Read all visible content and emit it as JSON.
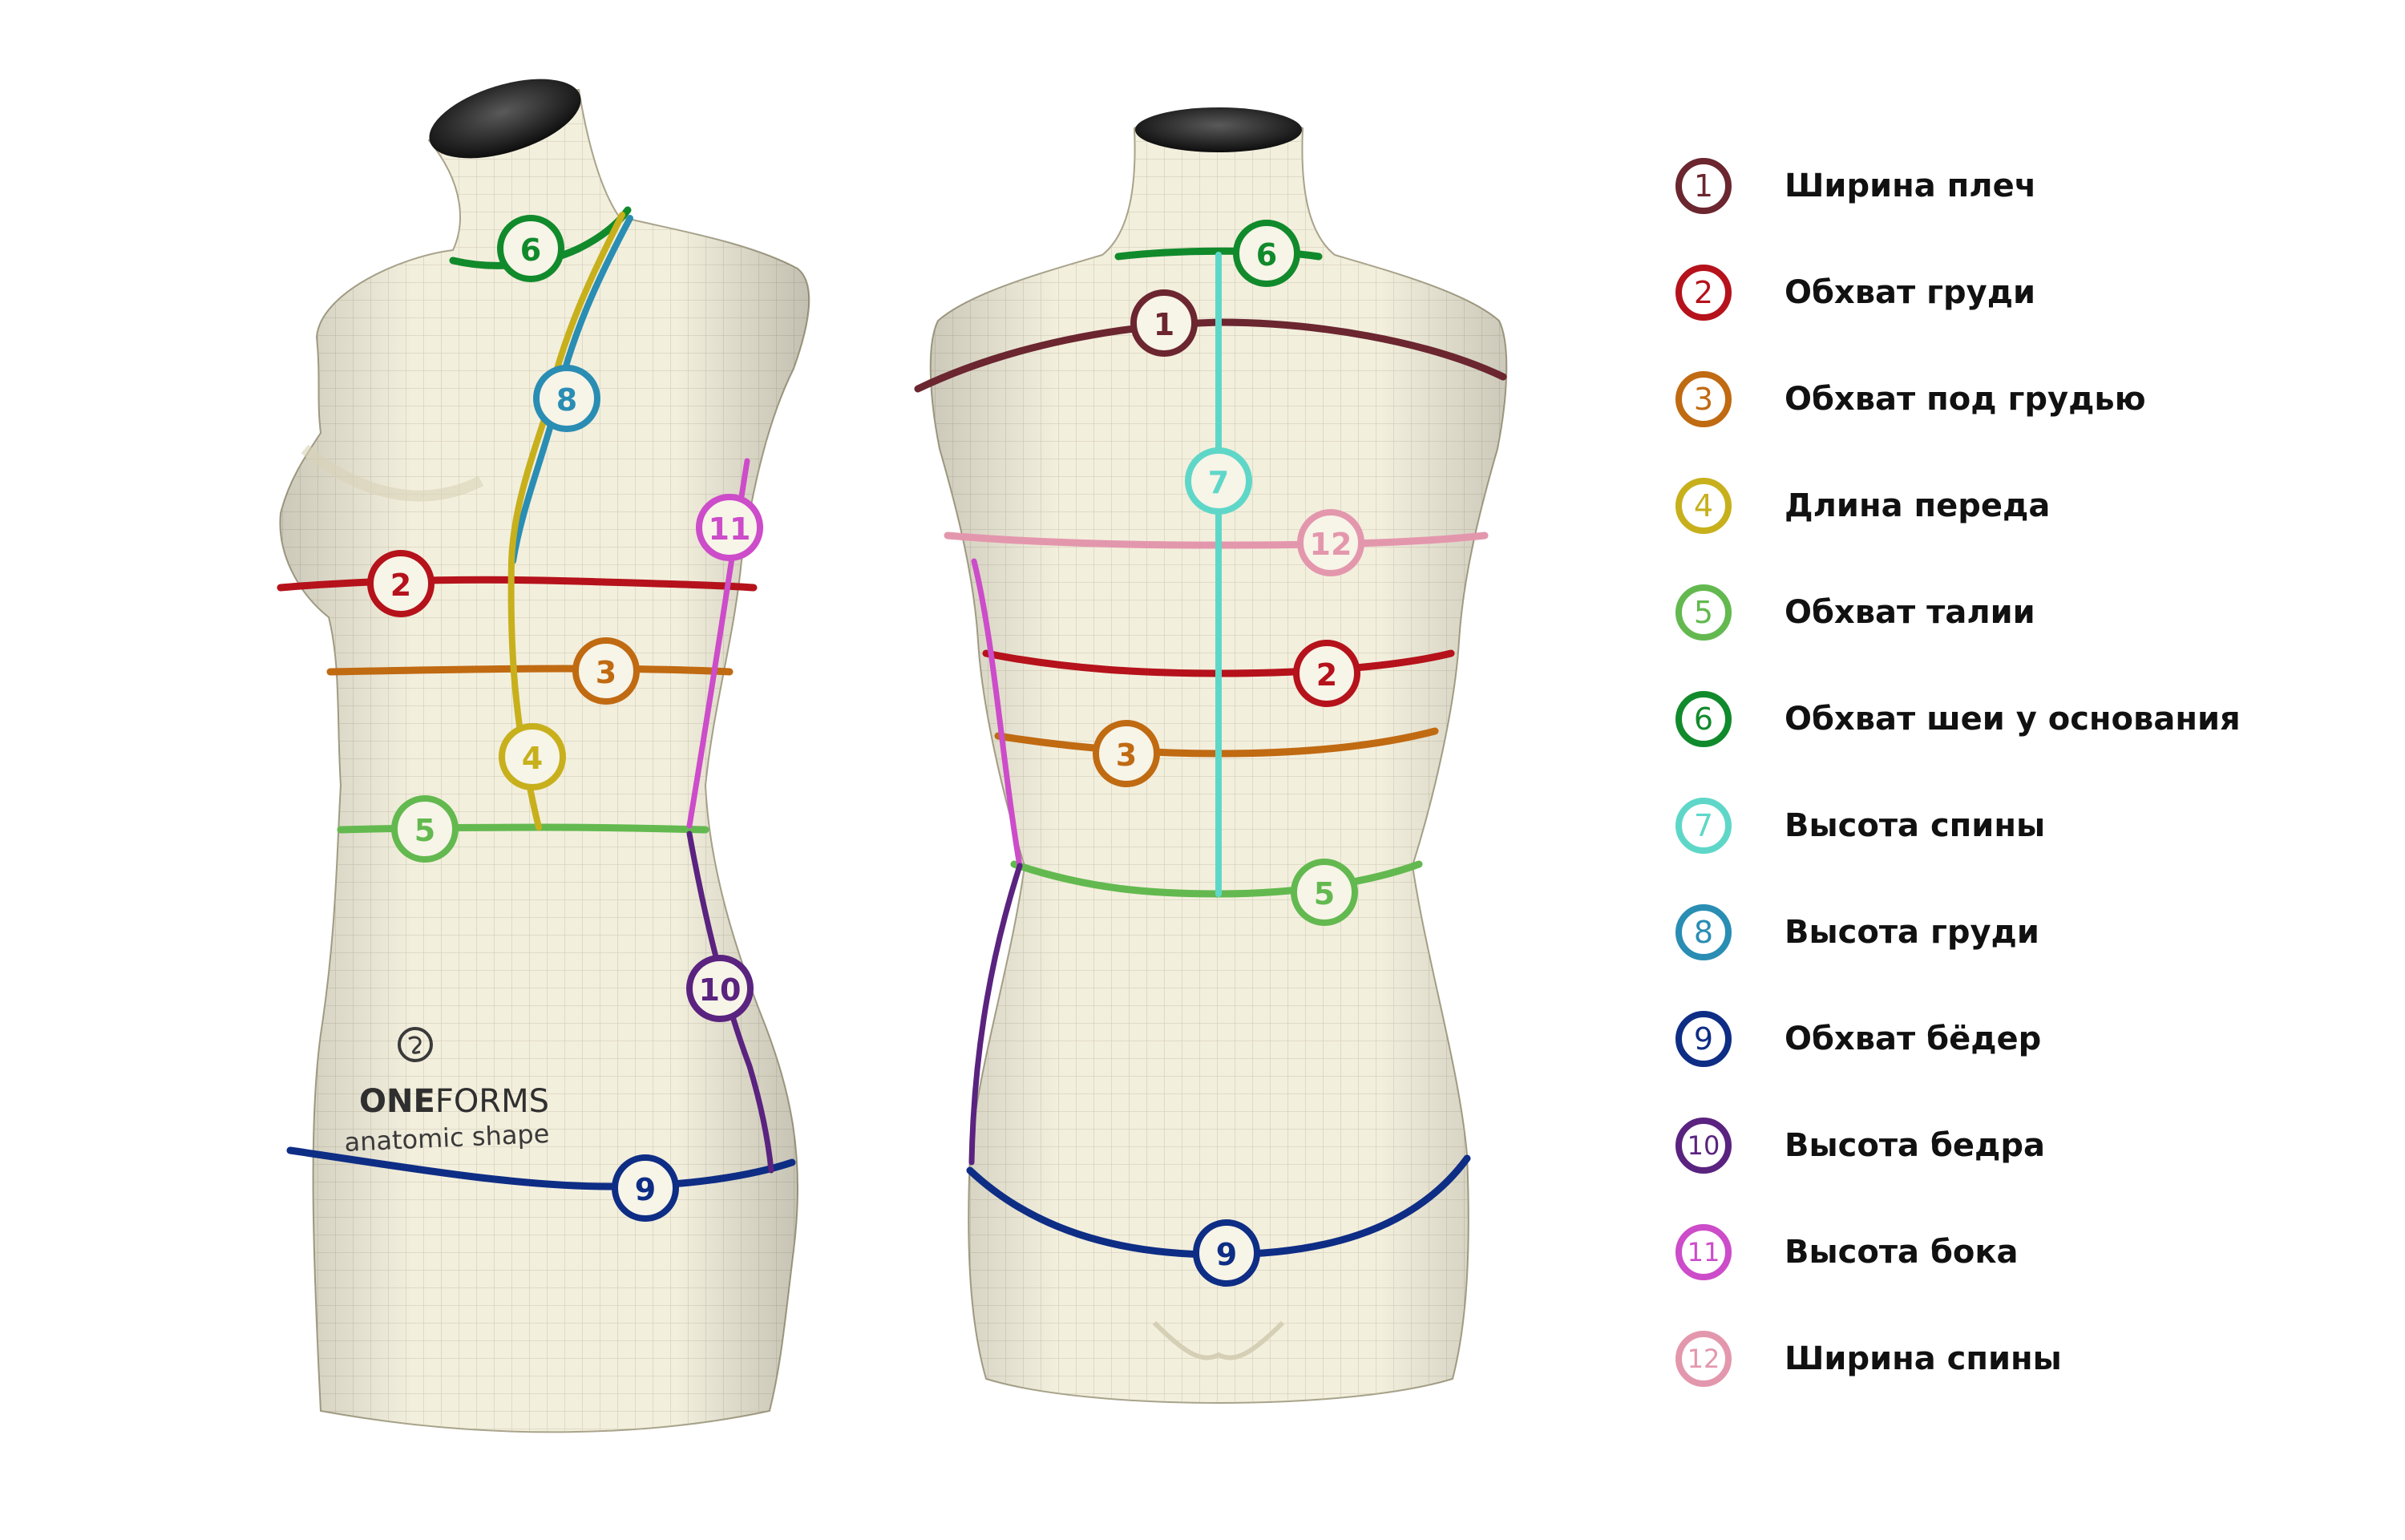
{
  "brand": {
    "name_bold": "ONE",
    "name_light": "FORMS",
    "tagline": "anatomic shape"
  },
  "colors": {
    "1": "#6b2630",
    "2": "#b5121b",
    "3": "#c06a12",
    "4": "#c7b01c",
    "5": "#63b94f",
    "6": "#118a2c",
    "7": "#5fd7c8",
    "8": "#2a8db3",
    "9": "#0e2d85",
    "10": "#5a237f",
    "11": "#cc4cc9",
    "12": "#e397ad",
    "mannequin": "#f3efdd",
    "grid": "#b8b49c",
    "cap": "#151515"
  },
  "legend": [
    {
      "num": "1",
      "label": "Ширина плеч"
    },
    {
      "num": "2",
      "label": "Обхват груди"
    },
    {
      "num": "3",
      "label": "Обхват под грудью"
    },
    {
      "num": "4",
      "label": "Длина переда"
    },
    {
      "num": "5",
      "label": "Обхват талии"
    },
    {
      "num": "6",
      "label": "Обхват шеи у основания"
    },
    {
      "num": "7",
      "label": "Высота спины"
    },
    {
      "num": "8",
      "label": "Высота груди"
    },
    {
      "num": "9",
      "label": "Обхват бёдер"
    },
    {
      "num": "10",
      "label": "Высота бедра"
    },
    {
      "num": "11",
      "label": "Высота бока"
    },
    {
      "num": "12",
      "label": "Ширина спины"
    }
  ]
}
